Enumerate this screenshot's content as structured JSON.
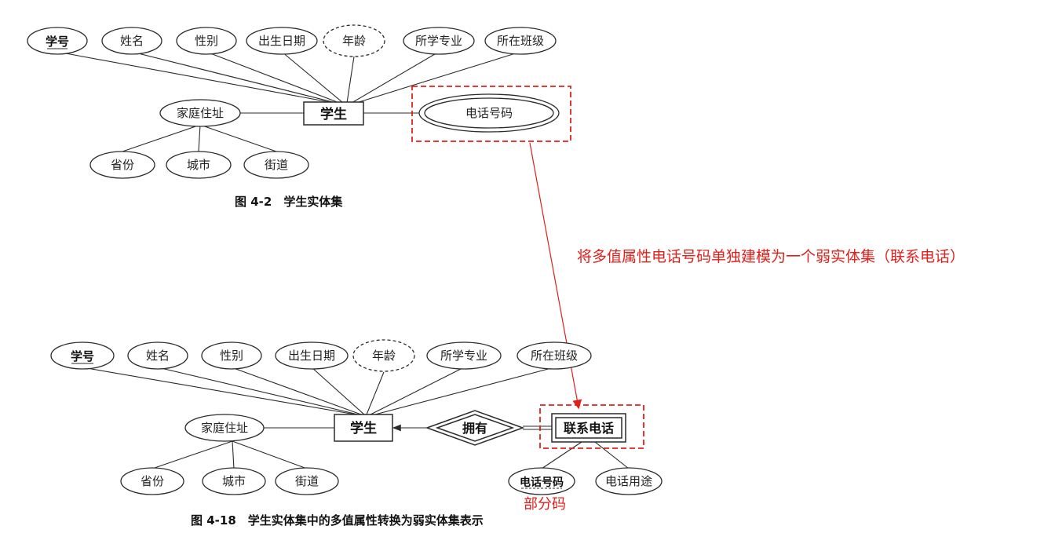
{
  "fig1": {
    "attrs": [
      "学号",
      "姓名",
      "性别",
      "出生日期",
      "年龄",
      "所学专业",
      "所在班级"
    ],
    "entity": "学生",
    "composite": "家庭住址",
    "sub_attrs": [
      "省份",
      "城市",
      "街道"
    ],
    "multivalued": "电话号码",
    "caption": "图 4-2　学生实体集"
  },
  "annotation": "将多值属性电话号码单独建模为一个弱实体集（联系电话）",
  "fig2": {
    "attrs": [
      "学号",
      "姓名",
      "性别",
      "出生日期",
      "年龄",
      "所学专业",
      "所在班级"
    ],
    "entity": "学生",
    "composite": "家庭住址",
    "sub_attrs": [
      "省份",
      "城市",
      "街道"
    ],
    "relationship": "拥有",
    "weak_entity": "联系电话",
    "weak_attrs": [
      "电话号码",
      "电话用途"
    ],
    "partial_key_label": "部分码",
    "caption": "图 4-18　学生实体集中的多值属性转换为弱实体集表示"
  }
}
